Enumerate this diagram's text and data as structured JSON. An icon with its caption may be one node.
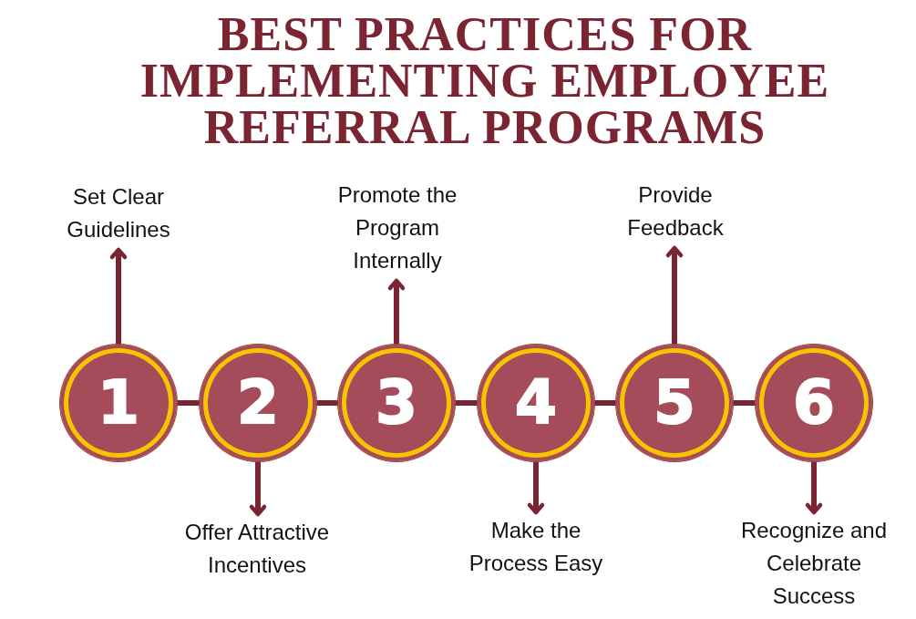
{
  "diagram": {
    "title": "BEST PRACTICES FOR IMPLEMENTING EMPLOYEE REFERRAL PROGRAMS",
    "nodes": [
      {
        "text": [
          "Set Clear Guidelines"
        ]
      },
      {
        "text": [
          "Promote the Program Internally"
        ]
      },
      {
        "text": [
          "Provide Feedback"
        ]
      },
      {
        "text": [
          "1"
        ]
      },
      {
        "text": [
          "2"
        ]
      },
      {
        "text": [
          "3"
        ]
      },
      {
        "text": [
          "4"
        ]
      },
      {
        "text": [
          "5"
        ]
      },
      {
        "text": [
          "6"
        ]
      },
      {
        "text": [
          "Offer Attractive Incentives"
        ]
      },
      {
        "text": [
          "Make the Process Easy"
        ]
      },
      {
        "text": [
          "Recognize and Celebrate Success"
        ]
      }
    ],
    "edges": [
      {
        "from": 3,
        "to": 0,
        "arrow": "to"
      },
      {
        "from": 3,
        "to": 4,
        "arrow": "none"
      },
      {
        "from": 4,
        "to": 9,
        "arrow": "to"
      },
      {
        "from": 4,
        "to": 5,
        "arrow": "none"
      },
      {
        "from": 5,
        "to": 1,
        "arrow": "to"
      },
      {
        "from": 5,
        "to": 6,
        "arrow": "none"
      },
      {
        "from": 6,
        "to": 10,
        "arrow": "to"
      },
      {
        "from": 6,
        "to": 7,
        "arrow": "none"
      },
      {
        "from": 7,
        "to": 2,
        "arrow": "to"
      },
      {
        "from": 7,
        "to": 8,
        "arrow": "none"
      },
      {
        "from": 8,
        "to": 11,
        "arrow": "to"
      }
    ]
  }
}
